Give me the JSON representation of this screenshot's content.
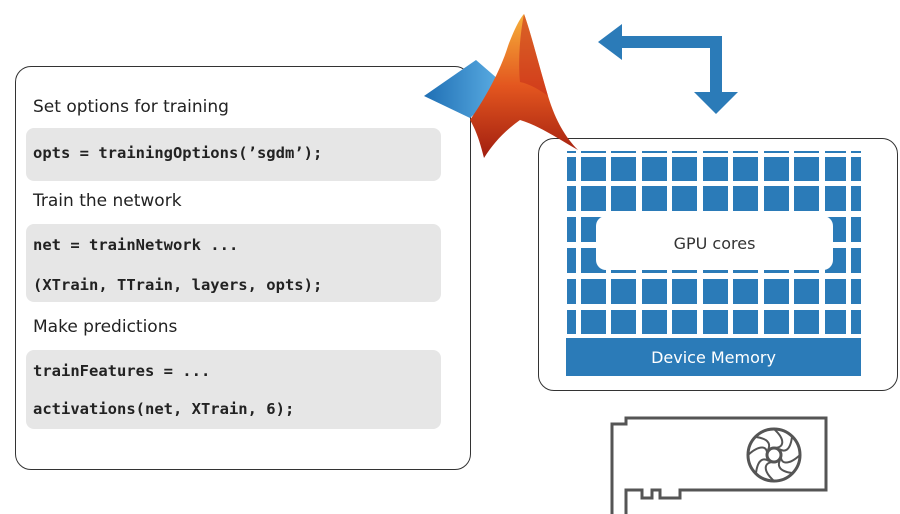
{
  "code_panel": {
    "steps": [
      {
        "label": "Set options for training",
        "code": [
          "opts = trainingOptions(’sgdm’);"
        ]
      },
      {
        "label": "Train the network",
        "code": [
          "net = trainNetwork ...",
          "(XTrain, TTrain, layers, opts);"
        ]
      },
      {
        "label": "Make predictions",
        "code": [
          "trainFeatures = ...",
          "activations(net, XTrain, 6);"
        ]
      }
    ]
  },
  "gpu": {
    "cores_label": "GPU cores",
    "memory_label": "Device Memory",
    "core_color": "#2b7bb8"
  },
  "icons": [
    "matlab-logo-icon",
    "bidirectional-arrow-icon",
    "graphics-card-icon"
  ]
}
